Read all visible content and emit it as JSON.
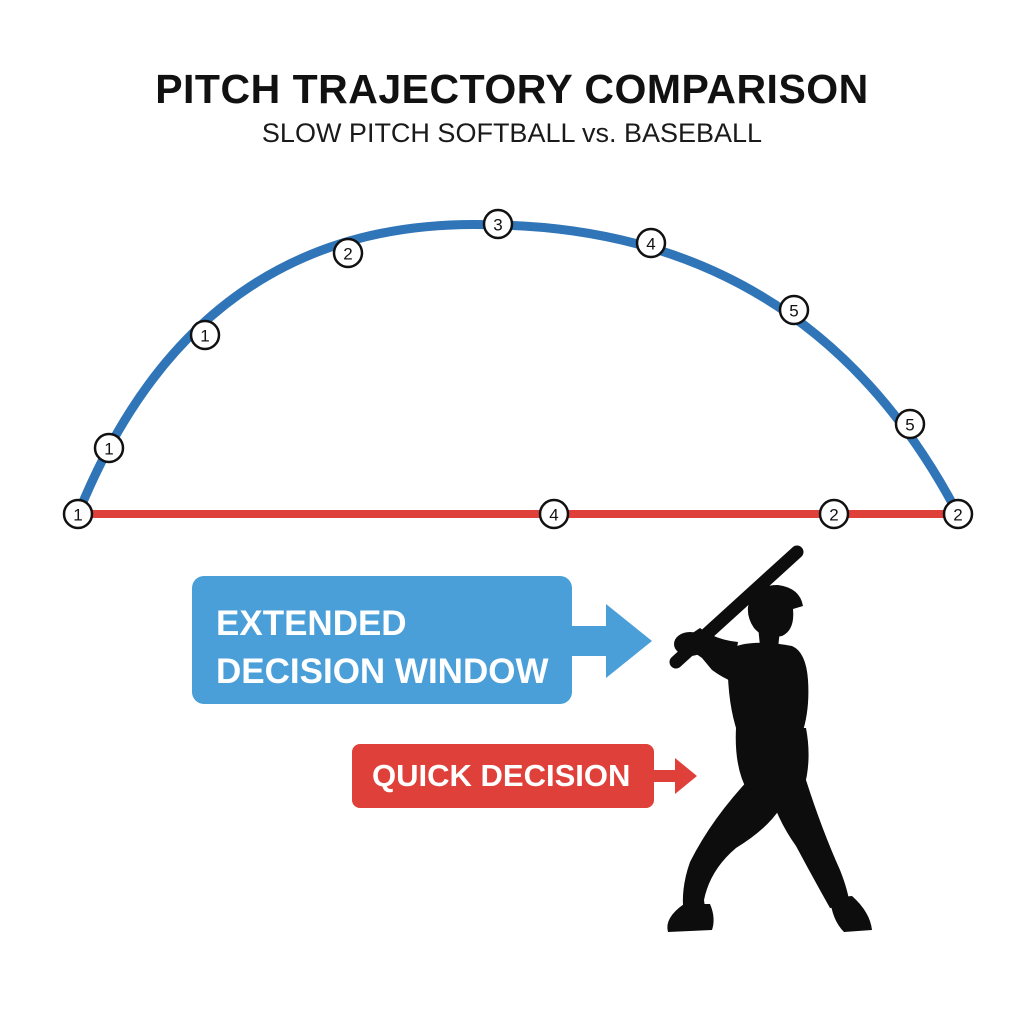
{
  "title": "PITCH TRAJECTORY COMPARISON",
  "subtitle": "SLOW PITCH SOFTBALL vs. BASEBALL",
  "colors": {
    "softball_arc": "#2f75b8",
    "baseball_line": "#e0403a",
    "extended_box": "#4a9fd8",
    "quick_box": "#e0403a",
    "silhouette": "#0d0d0d"
  },
  "trajectories": [
    {
      "name": "slow pitch softball",
      "shape": "high arc",
      "markers": [
        "1",
        "1",
        "2",
        "3",
        "4",
        "5",
        "5",
        "2"
      ]
    },
    {
      "name": "baseball",
      "shape": "straight line",
      "markers": [
        "1",
        "4",
        "2"
      ]
    }
  ],
  "labels": {
    "extended": {
      "lines": [
        "EXTENDED",
        "DECISION WINDOW"
      ]
    },
    "quick": "QUICK DECISION"
  },
  "icons": {
    "batter": "batter-silhouette",
    "arrow": "right-arrow"
  }
}
